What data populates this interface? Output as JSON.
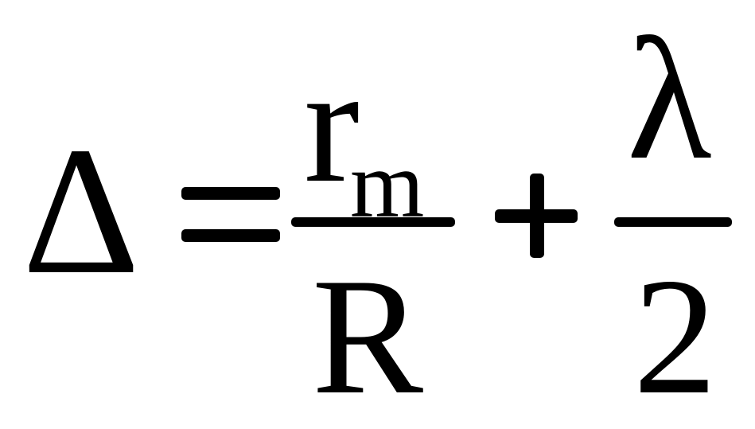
{
  "equation": {
    "lhs": "Δ",
    "numerator_1": "r",
    "numerator_1_subscript": "m",
    "denominator_1": "R",
    "numerator_2": "λ",
    "denominator_2": "2"
  }
}
